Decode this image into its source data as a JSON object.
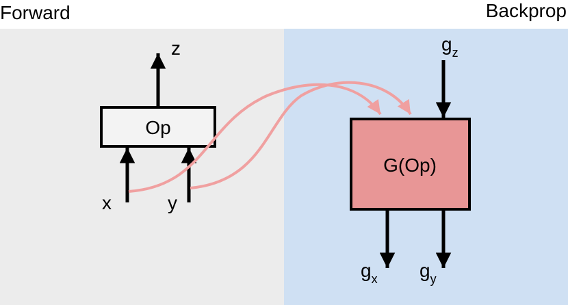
{
  "headers": {
    "forward": "Forward",
    "backprop": "Backprop"
  },
  "forward": {
    "op_label": "Op",
    "output_label": "z",
    "input_x_label": "x",
    "input_y_label": "y"
  },
  "backprop": {
    "gradient_op_label": "G(Op)",
    "incoming_gradient": {
      "base": "g",
      "sub": "z"
    },
    "output_gradient_x": {
      "base": "g",
      "sub": "x"
    },
    "output_gradient_y": {
      "base": "g",
      "sub": "y"
    }
  },
  "colors": {
    "forward_panel": "#ececec",
    "backprop_panel": "#cfe0f3",
    "op_box_fill": "#f3f3f3",
    "gradient_box_fill": "#e89696",
    "connector": "#f0a0a0",
    "line": "#000000"
  }
}
